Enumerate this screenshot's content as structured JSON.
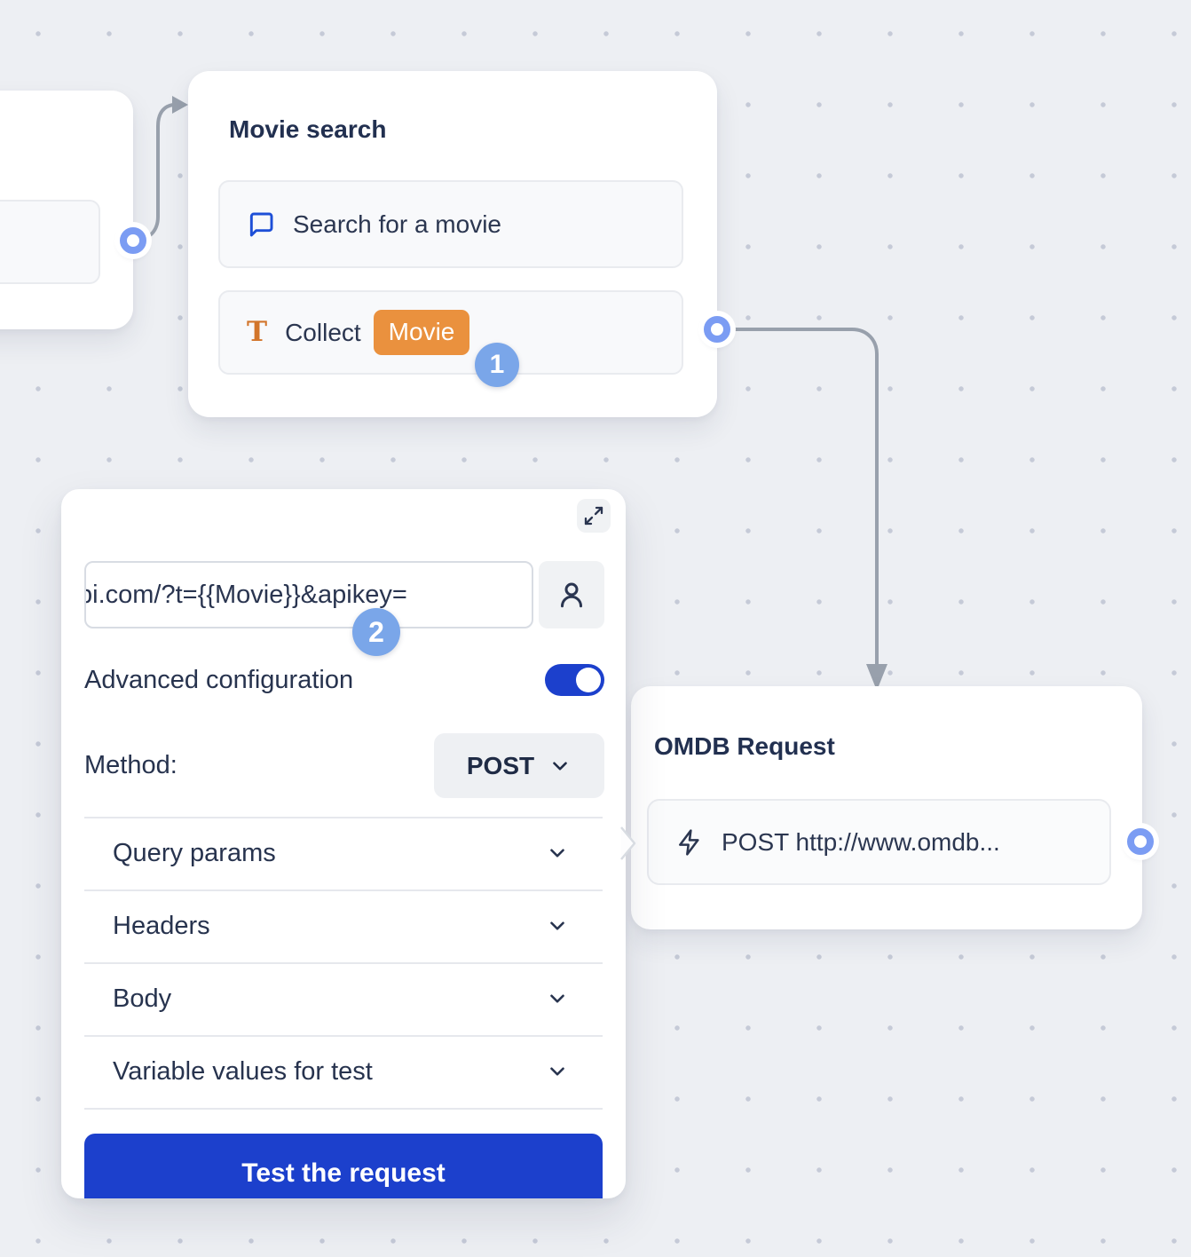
{
  "canvas": {
    "background_color": "#edeff3",
    "dot_color": "#c5cad7"
  },
  "colors": {
    "accent_blue": "#1c40cc",
    "icon_blue": "#1d4fd7",
    "chip_orange": "#ea913e",
    "badge_blue": "#7aa6e9",
    "port_ring": "#7b9cf3",
    "connector_gray": "#98a0ac",
    "text_dark": "#223050"
  },
  "nodes": {
    "movie_search": {
      "title": "Movie search",
      "items": [
        {
          "icon": "chat-bubble-icon",
          "label": "Search for a movie"
        },
        {
          "icon": "text-input-icon",
          "label": "Collect",
          "variable_chip": "Movie"
        }
      ]
    },
    "omdb_request": {
      "title": "OMDB Request",
      "items": [
        {
          "icon": "lightning-icon",
          "label": "POST http://www.omdb..."
        }
      ]
    }
  },
  "annotations": {
    "step1": "1",
    "step2": "2"
  },
  "panel": {
    "url_value": "pi.com/?t={{Movie}}&apikey=",
    "advanced_label": "Advanced configuration",
    "advanced_on": true,
    "method_label": "Method:",
    "method_value": "POST",
    "sections": [
      {
        "label": "Query params"
      },
      {
        "label": "Headers"
      },
      {
        "label": "Body"
      },
      {
        "label": "Variable values for test"
      }
    ],
    "test_button_label": "Test the request"
  }
}
